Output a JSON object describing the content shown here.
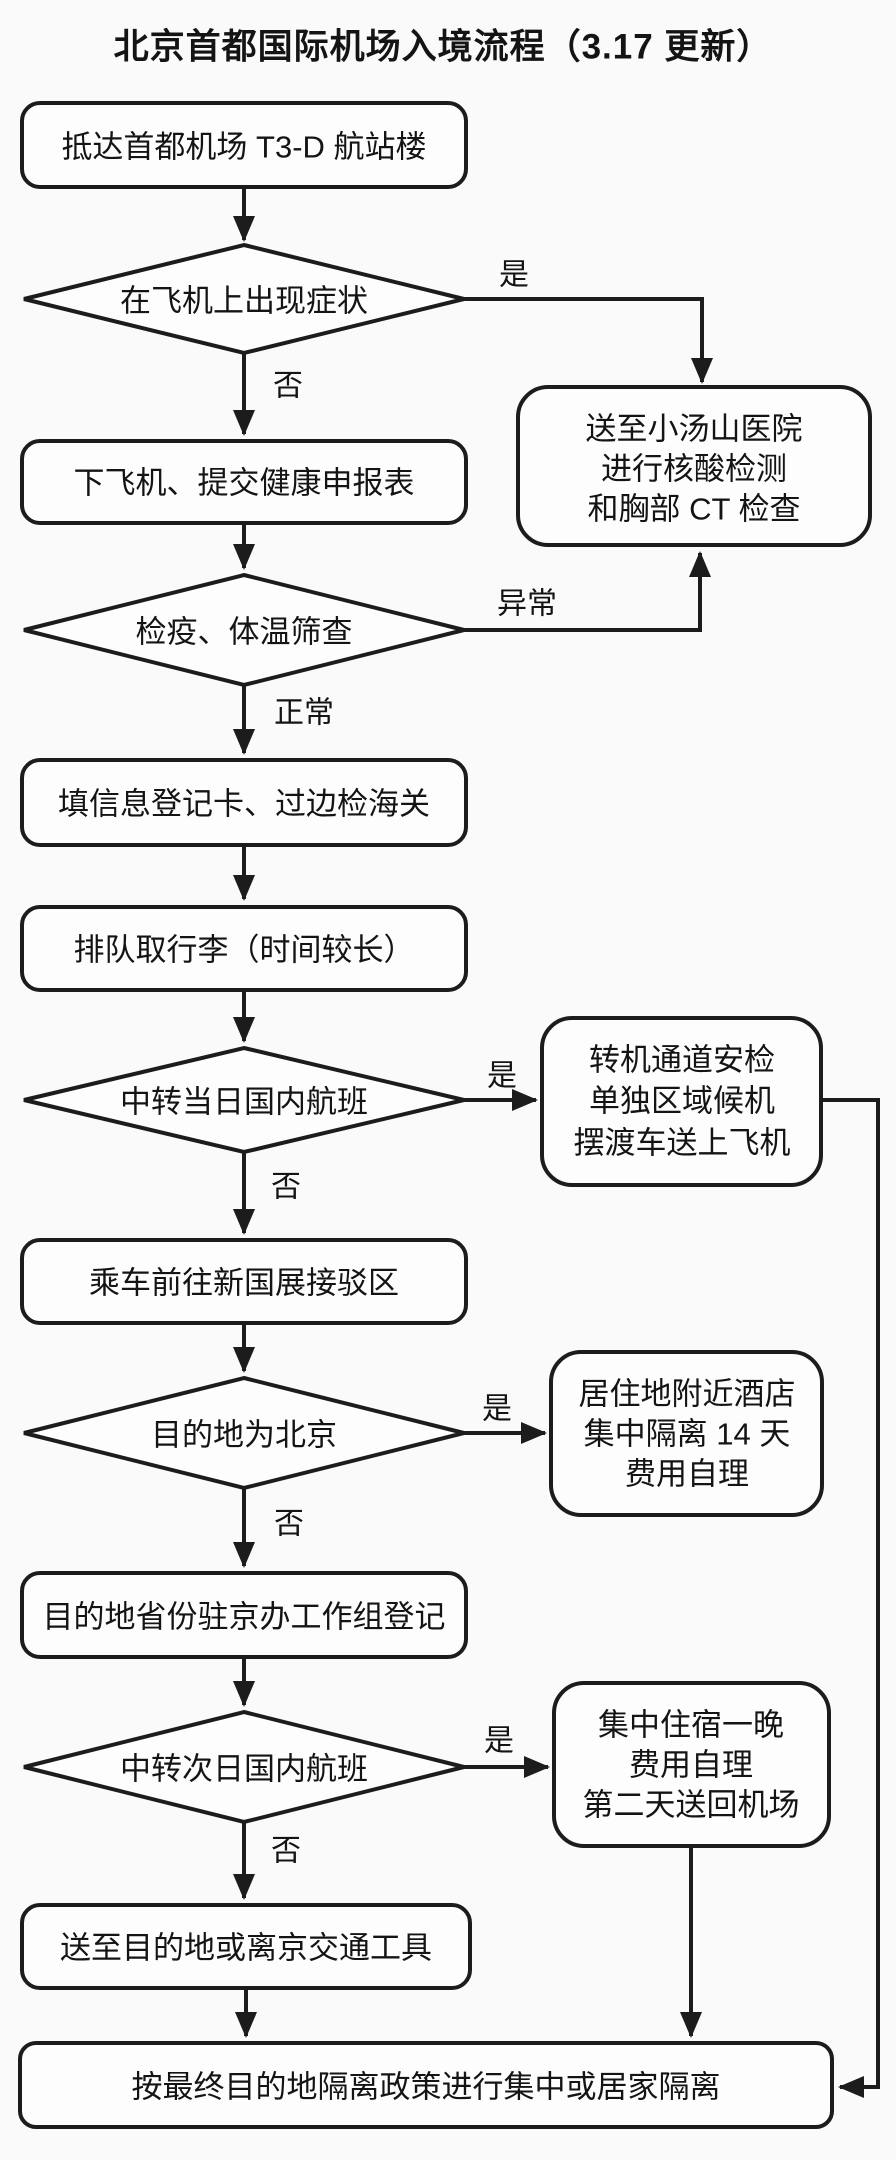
{
  "title": "北京首都国际机场入境流程（3.17 更新）",
  "flow": {
    "nodes": {
      "arrive": {
        "type": "process",
        "lines": [
          "抵达首都机场 T3-D 航站楼"
        ]
      },
      "symptom": {
        "type": "decision",
        "lines": [
          "在飞机上出现症状"
        ]
      },
      "hospital": {
        "type": "process",
        "lines": [
          "送至小汤山医院",
          "进行核酸检测",
          "和胸部 CT 检查"
        ]
      },
      "deplane": {
        "type": "process",
        "lines": [
          "下飞机、提交健康申报表"
        ]
      },
      "quarantineCheck": {
        "type": "decision",
        "lines": [
          "检疫、体温筛查"
        ]
      },
      "registerCard": {
        "type": "process",
        "lines": [
          "填信息登记卡、过边检海关"
        ]
      },
      "baggage": {
        "type": "process",
        "lines": [
          "排队取行李（时间较长）"
        ]
      },
      "sameDayTransfer": {
        "type": "decision",
        "lines": [
          "中转当日国内航班"
        ]
      },
      "transferChannel": {
        "type": "process",
        "lines": [
          "转机通道安检",
          "单独区域候机",
          "摆渡车送上飞机"
        ]
      },
      "shuttle": {
        "type": "process",
        "lines": [
          "乘车前往新国展接驳区"
        ]
      },
      "destBeijing": {
        "type": "decision",
        "lines": [
          "目的地为北京"
        ]
      },
      "hotelIsolation": {
        "type": "process",
        "lines": [
          "居住地附近酒店",
          "集中隔离 14 天",
          "费用自理"
        ]
      },
      "provinceRegister": {
        "type": "process",
        "lines": [
          "目的地省份驻京办工作组登记"
        ]
      },
      "nextDayTransfer": {
        "type": "decision",
        "lines": [
          "中转次日国内航班"
        ]
      },
      "overnightStay": {
        "type": "process",
        "lines": [
          "集中住宿一晚",
          "费用自理",
          "第二天送回机场"
        ]
      },
      "sendDestination": {
        "type": "process",
        "lines": [
          "送至目的地或离京交通工具"
        ]
      },
      "finalIsolation": {
        "type": "process",
        "lines": [
          "按最终目的地隔离政策进行集中或居家隔离"
        ]
      }
    },
    "edges": [
      {
        "from": "arrive",
        "to": "symptom"
      },
      {
        "from": "symptom",
        "to": "hospital",
        "label": "是"
      },
      {
        "from": "symptom",
        "to": "deplane",
        "label": "否"
      },
      {
        "from": "deplane",
        "to": "quarantineCheck"
      },
      {
        "from": "quarantineCheck",
        "to": "hospital",
        "label": "异常"
      },
      {
        "from": "quarantineCheck",
        "to": "registerCard",
        "label": "正常"
      },
      {
        "from": "registerCard",
        "to": "baggage"
      },
      {
        "from": "baggage",
        "to": "sameDayTransfer"
      },
      {
        "from": "sameDayTransfer",
        "to": "transferChannel",
        "label": "是"
      },
      {
        "from": "sameDayTransfer",
        "to": "shuttle",
        "label": "否"
      },
      {
        "from": "transferChannel",
        "to": "finalIsolation"
      },
      {
        "from": "shuttle",
        "to": "destBeijing"
      },
      {
        "from": "destBeijing",
        "to": "hotelIsolation",
        "label": "是"
      },
      {
        "from": "destBeijing",
        "to": "provinceRegister",
        "label": "否"
      },
      {
        "from": "provinceRegister",
        "to": "nextDayTransfer"
      },
      {
        "from": "nextDayTransfer",
        "to": "overnightStay",
        "label": "是"
      },
      {
        "from": "nextDayTransfer",
        "to": "sendDestination",
        "label": "否"
      },
      {
        "from": "overnightStay",
        "to": "finalIsolation"
      },
      {
        "from": "sendDestination",
        "to": "finalIsolation"
      }
    ],
    "colors": {
      "stroke": "#1c1c1c",
      "text": "#141414",
      "background": "#fafafa"
    }
  }
}
